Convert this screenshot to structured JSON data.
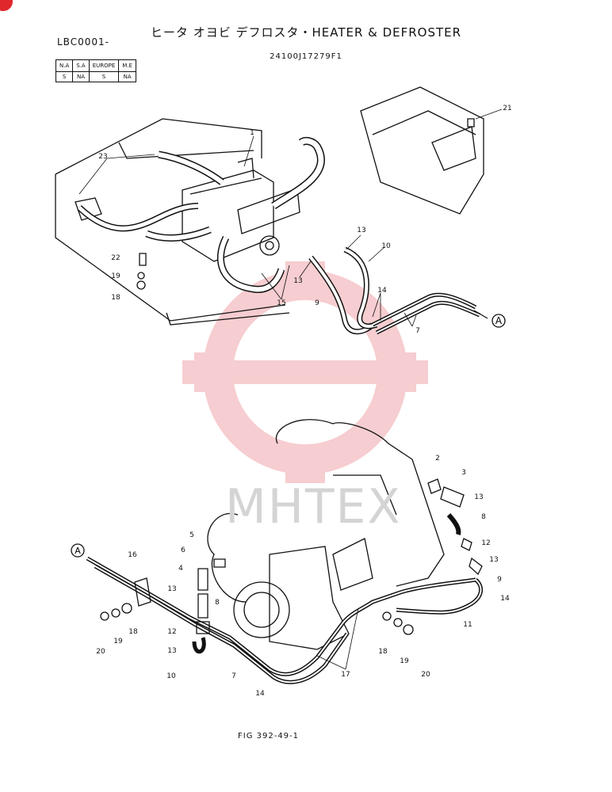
{
  "header": {
    "title": "ヒータ オヨビ デフロスタ・HEATER & DEFROSTER",
    "code_left": "LBC0001-",
    "code_center": "24100J17279F1"
  },
  "region_table": {
    "headers": [
      "N.A",
      "S.A",
      "EUROPE",
      "M.E"
    ],
    "values": [
      "S",
      "NA",
      "S",
      "NA"
    ]
  },
  "footer": {
    "fig_label": "FIG 392-49-1"
  },
  "watermark": {
    "text": "MHTEX",
    "color": "#e8a0a0"
  },
  "connector_label": "A",
  "callouts": {
    "c1": "1",
    "c23": "23",
    "c21": "21",
    "c22": "22",
    "c19a": "19",
    "c18a": "18",
    "c15": "15",
    "c13a": "13",
    "c13b": "13",
    "c10a": "10",
    "c9a": "9",
    "c14a": "14",
    "c7a": "7",
    "c2": "2",
    "c3": "3",
    "c13c": "13",
    "c8a": "8",
    "c12a": "12",
    "c13d": "13",
    "c9b": "9",
    "c14b": "14",
    "c11": "11",
    "c5": "5",
    "c6": "6",
    "c4": "4",
    "c13e": "13",
    "c8b": "8",
    "c16": "16",
    "c19b": "19",
    "c18b": "18",
    "c20a": "20",
    "c12b": "12",
    "c13f": "13",
    "c10b": "10",
    "c7b": "7",
    "c14c": "14",
    "c17": "17",
    "c18c": "18",
    "c19c": "19",
    "c20b": "20"
  },
  "colors": {
    "ink": "#111111",
    "accent": "#e0282c",
    "watermark": "#f0b8b8"
  }
}
